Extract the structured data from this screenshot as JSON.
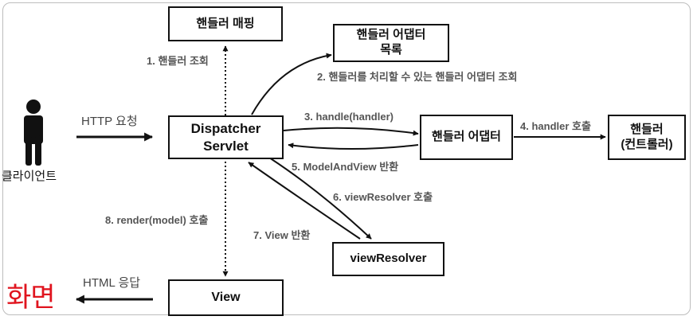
{
  "nodes": {
    "handler_mapping": "핸들러 매핑",
    "handler_adapter_list": "핸들러 어댑터\n목록",
    "dispatcher_servlet": "Dispatcher\nServlet",
    "handler_adapter": "핸들러 어댑터",
    "handler": "핸들러\n(컨트롤러)",
    "view_resolver": "viewResolver",
    "view": "View"
  },
  "actors": {
    "client": "클라이언트",
    "screen": "화면"
  },
  "edges": {
    "http_request": "HTTP 요청",
    "html_response": "HTML 응답",
    "step1": "1. 핸들러 조회",
    "step2": "2. 핸들러를 처리할 수 있는 핸들러 어댑터 조회",
    "step3": "3. handle(handler)",
    "step4": "4. handler 호출",
    "step5": "5. ModelAndView 반환",
    "step6": "6. viewResolver 호출",
    "step7": "7. View 반환",
    "step8": "8. render(model) 호출"
  },
  "colors": {
    "stroke": "#111111",
    "label": "#555555",
    "screen_text": "#e0141e",
    "frame": "#bdbdbd"
  }
}
